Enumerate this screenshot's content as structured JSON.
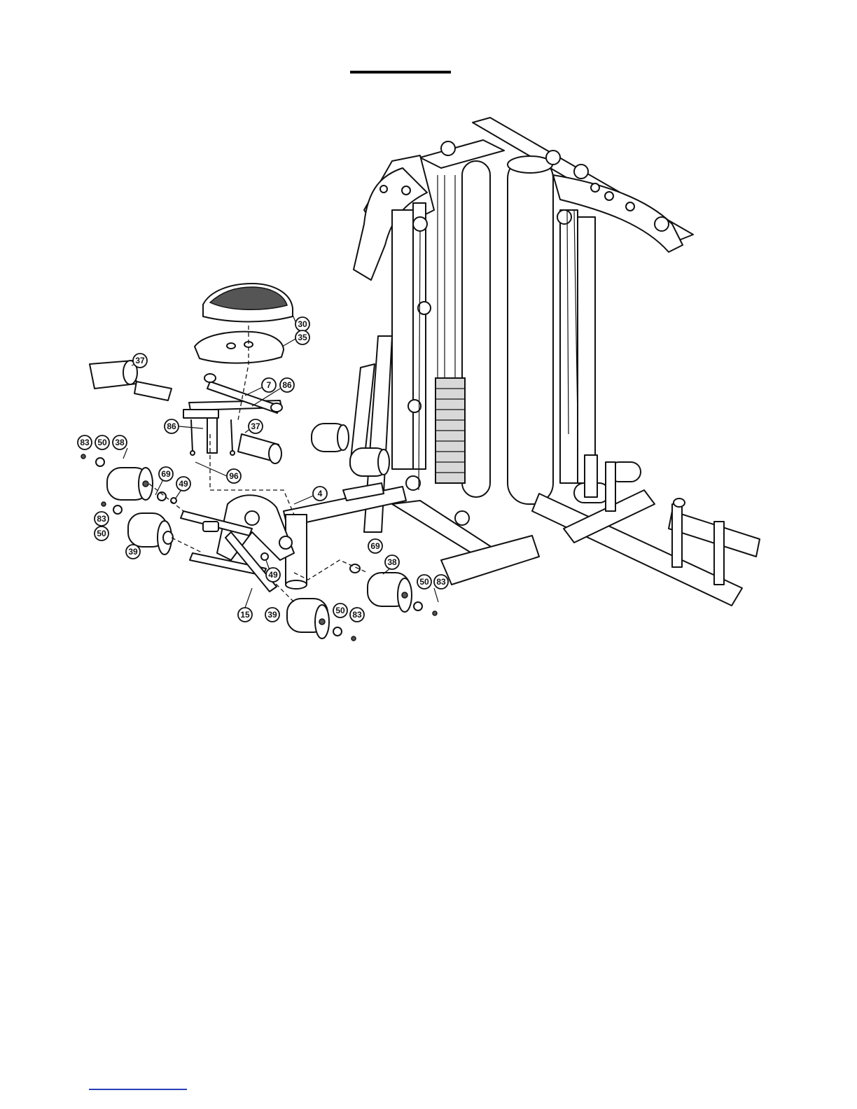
{
  "callouts": [
    {
      "id": "c30",
      "label": "30"
    },
    {
      "id": "c35",
      "label": "35"
    },
    {
      "id": "c37a",
      "label": "37"
    },
    {
      "id": "c7",
      "label": "7"
    },
    {
      "id": "c86a",
      "label": "86"
    },
    {
      "id": "c86b",
      "label": "86"
    },
    {
      "id": "c37b",
      "label": "37"
    },
    {
      "id": "c83a",
      "label": "83"
    },
    {
      "id": "c50a",
      "label": "50"
    },
    {
      "id": "c38a",
      "label": "38"
    },
    {
      "id": "c69a",
      "label": "69"
    },
    {
      "id": "c49a",
      "label": "49"
    },
    {
      "id": "c96",
      "label": "96"
    },
    {
      "id": "c4",
      "label": "4"
    },
    {
      "id": "c83b",
      "label": "83"
    },
    {
      "id": "c50b",
      "label": "50"
    },
    {
      "id": "c39a",
      "label": "39"
    },
    {
      "id": "c49b",
      "label": "49"
    },
    {
      "id": "c69b",
      "label": "69"
    },
    {
      "id": "c38b",
      "label": "38"
    },
    {
      "id": "c50c",
      "label": "50"
    },
    {
      "id": "c83c",
      "label": "83"
    },
    {
      "id": "c15",
      "label": "15"
    },
    {
      "id": "c39b",
      "label": "39"
    },
    {
      "id": "c50d",
      "label": "50"
    },
    {
      "id": "c83d",
      "label": "83"
    }
  ]
}
